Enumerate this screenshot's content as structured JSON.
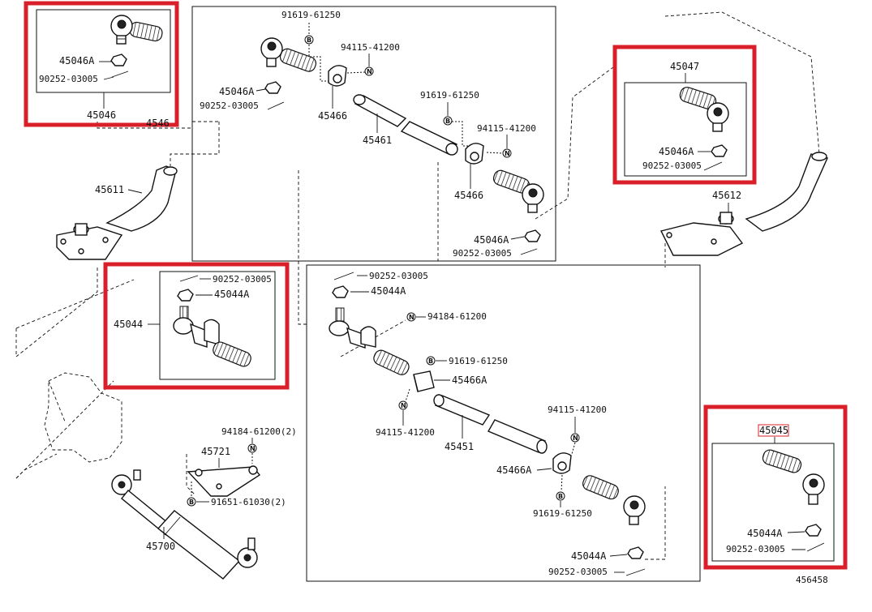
{
  "diagram_id": "456458",
  "groups": {
    "tl": {
      "main": "45046",
      "nut": "45046A",
      "pin": "90252-03005"
    },
    "top": {
      "bolt1": "91619-61250",
      "nut1": "94115-41200",
      "nut_a": "45046A",
      "pin_a": "90252-03005",
      "clamp1": "45466",
      "tube": "45461",
      "bolt2": "91619-61250",
      "nut2": "94115-41200",
      "clamp2": "45466",
      "nut_b": "45046A",
      "pin_b": "90252-03005",
      "frame_label": "4546"
    },
    "tr": {
      "main": "45047",
      "nut": "45046A",
      "pin": "90252-03005"
    },
    "arm_left": "45611",
    "arm_right": "45612",
    "ml": {
      "main": "45044",
      "pin": "90252-03005",
      "nut": "45044A"
    },
    "center": {
      "pin_top": "90252-03005",
      "nut_top": "45044A",
      "nut_n1": "94184-61200",
      "bolt1": "91619-61250",
      "clamp1": "45466A",
      "nut_n2": "94115-41200",
      "tube": "45451",
      "nut_n3": "94115-41200",
      "clamp2": "45466A",
      "bolt2": "91619-61250",
      "nut_bot": "45044A",
      "pin_bot": "90252-03005"
    },
    "br": {
      "main": "45045",
      "nut": "45044A",
      "pin": "90252-03005"
    },
    "damper": {
      "nut_n": "94184-61200(2)",
      "bracket": "45721",
      "bolt": "91651-61030(2)",
      "damper": "45700"
    }
  },
  "symbols": {
    "bolt": "B",
    "nut": "N"
  },
  "colors": {
    "highlight": "#d9202a",
    "line": "#111111"
  }
}
